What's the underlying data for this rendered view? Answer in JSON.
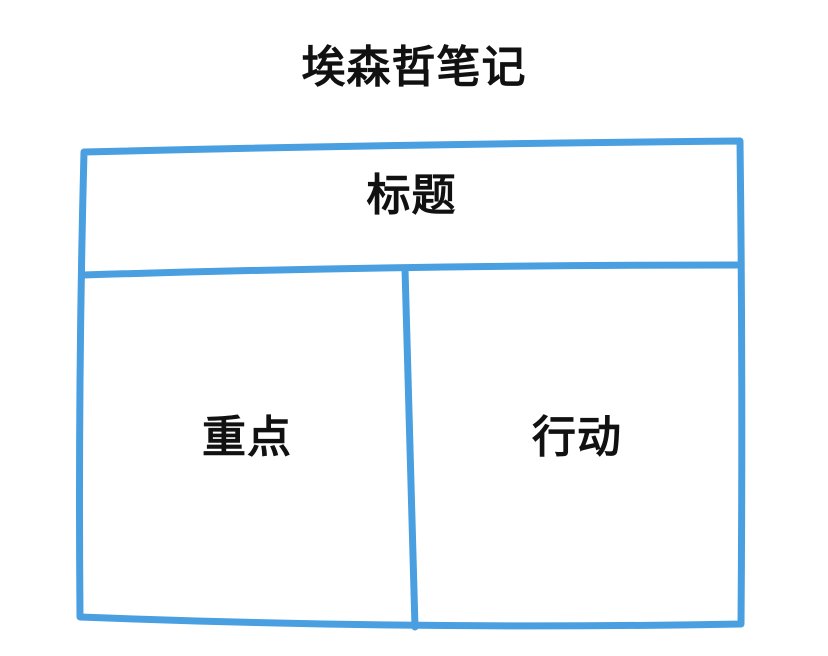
{
  "diagram": {
    "title": "埃森哲笔记",
    "sections": {
      "title_box": "标题",
      "key_points_box": "重点",
      "actions_box": "行动"
    },
    "stroke_color": "#4a9fe0"
  }
}
